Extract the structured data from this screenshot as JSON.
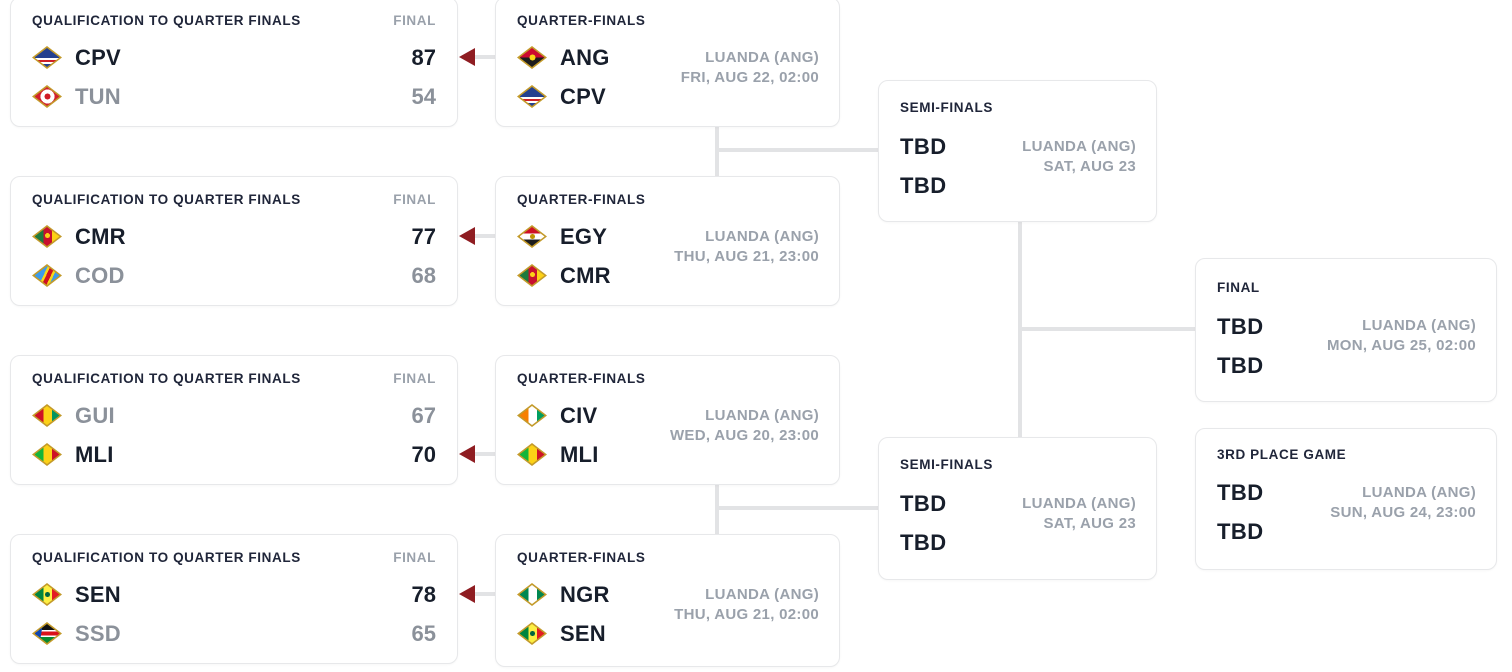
{
  "colors": {
    "card_border": "#e7e8ea",
    "connector_gray": "#e2e3e5",
    "winner_arrow_red": "#8f1d22",
    "text_dark": "#171e2b",
    "text_muted_gray": "#8b919a",
    "label_gray": "#9aa1ab"
  },
  "qual": [
    {
      "title": "QUALIFICATION TO QUARTER FINALS",
      "status": "FINAL",
      "teams": [
        {
          "code": "CPV",
          "flag_icon": "cpv-flag-icon",
          "score": "87",
          "winner": true
        },
        {
          "code": "TUN",
          "flag_icon": "tun-flag-icon",
          "score": "54",
          "winner": false
        }
      ]
    },
    {
      "title": "QUALIFICATION TO QUARTER FINALS",
      "status": "FINAL",
      "teams": [
        {
          "code": "CMR",
          "flag_icon": "cmr-flag-icon",
          "score": "77",
          "winner": true
        },
        {
          "code": "COD",
          "flag_icon": "cod-flag-icon",
          "score": "68",
          "winner": false
        }
      ]
    },
    {
      "title": "QUALIFICATION TO QUARTER FINALS",
      "status": "FINAL",
      "teams": [
        {
          "code": "GUI",
          "flag_icon": "gui-flag-icon",
          "score": "67",
          "winner": false
        },
        {
          "code": "MLI",
          "flag_icon": "mli-flag-icon",
          "score": "70",
          "winner": true
        }
      ]
    },
    {
      "title": "QUALIFICATION TO QUARTER FINALS",
      "status": "FINAL",
      "teams": [
        {
          "code": "SEN",
          "flag_icon": "sen-flag-icon",
          "score": "78",
          "winner": true
        },
        {
          "code": "SSD",
          "flag_icon": "ssd-flag-icon",
          "score": "65",
          "winner": false
        }
      ]
    }
  ],
  "quarter": [
    {
      "title": "QUARTER-FINALS",
      "teams": [
        {
          "code": "ANG",
          "flag_icon": "ang-flag-icon"
        },
        {
          "code": "CPV",
          "flag_icon": "cpv-flag-icon"
        }
      ],
      "venue": "LUANDA (ANG)",
      "datetime": "FRI, AUG 22, 02:00"
    },
    {
      "title": "QUARTER-FINALS",
      "teams": [
        {
          "code": "EGY",
          "flag_icon": "egy-flag-icon"
        },
        {
          "code": "CMR",
          "flag_icon": "cmr-flag-icon"
        }
      ],
      "venue": "LUANDA (ANG)",
      "datetime": "THU, AUG 21, 23:00"
    },
    {
      "title": "QUARTER-FINALS",
      "teams": [
        {
          "code": "CIV",
          "flag_icon": "civ-flag-icon"
        },
        {
          "code": "MLI",
          "flag_icon": "mli-flag-icon"
        }
      ],
      "venue": "LUANDA (ANG)",
      "datetime": "WED, AUG 20, 23:00"
    },
    {
      "title": "QUARTER-FINALS",
      "teams": [
        {
          "code": "NGR",
          "flag_icon": "ngr-flag-icon"
        },
        {
          "code": "SEN",
          "flag_icon": "sen-flag-icon"
        }
      ],
      "venue": "LUANDA (ANG)",
      "datetime": "THU, AUG 21, 02:00"
    }
  ],
  "semi": [
    {
      "title": "SEMI-FINALS",
      "teams": [
        "TBD",
        "TBD"
      ],
      "venue": "LUANDA (ANG)",
      "datetime": "SAT, AUG 23"
    },
    {
      "title": "SEMI-FINALS",
      "teams": [
        "TBD",
        "TBD"
      ],
      "venue": "LUANDA (ANG)",
      "datetime": "SAT, AUG 23"
    }
  ],
  "final": {
    "title": "FINAL",
    "teams": [
      "TBD",
      "TBD"
    ],
    "venue": "LUANDA (ANG)",
    "datetime": "MON, AUG 25, 02:00"
  },
  "third_place": {
    "title": "3RD PLACE GAME",
    "teams": [
      "TBD",
      "TBD"
    ],
    "venue": "LUANDA (ANG)",
    "datetime": "SUN, AUG 24, 23:00"
  }
}
